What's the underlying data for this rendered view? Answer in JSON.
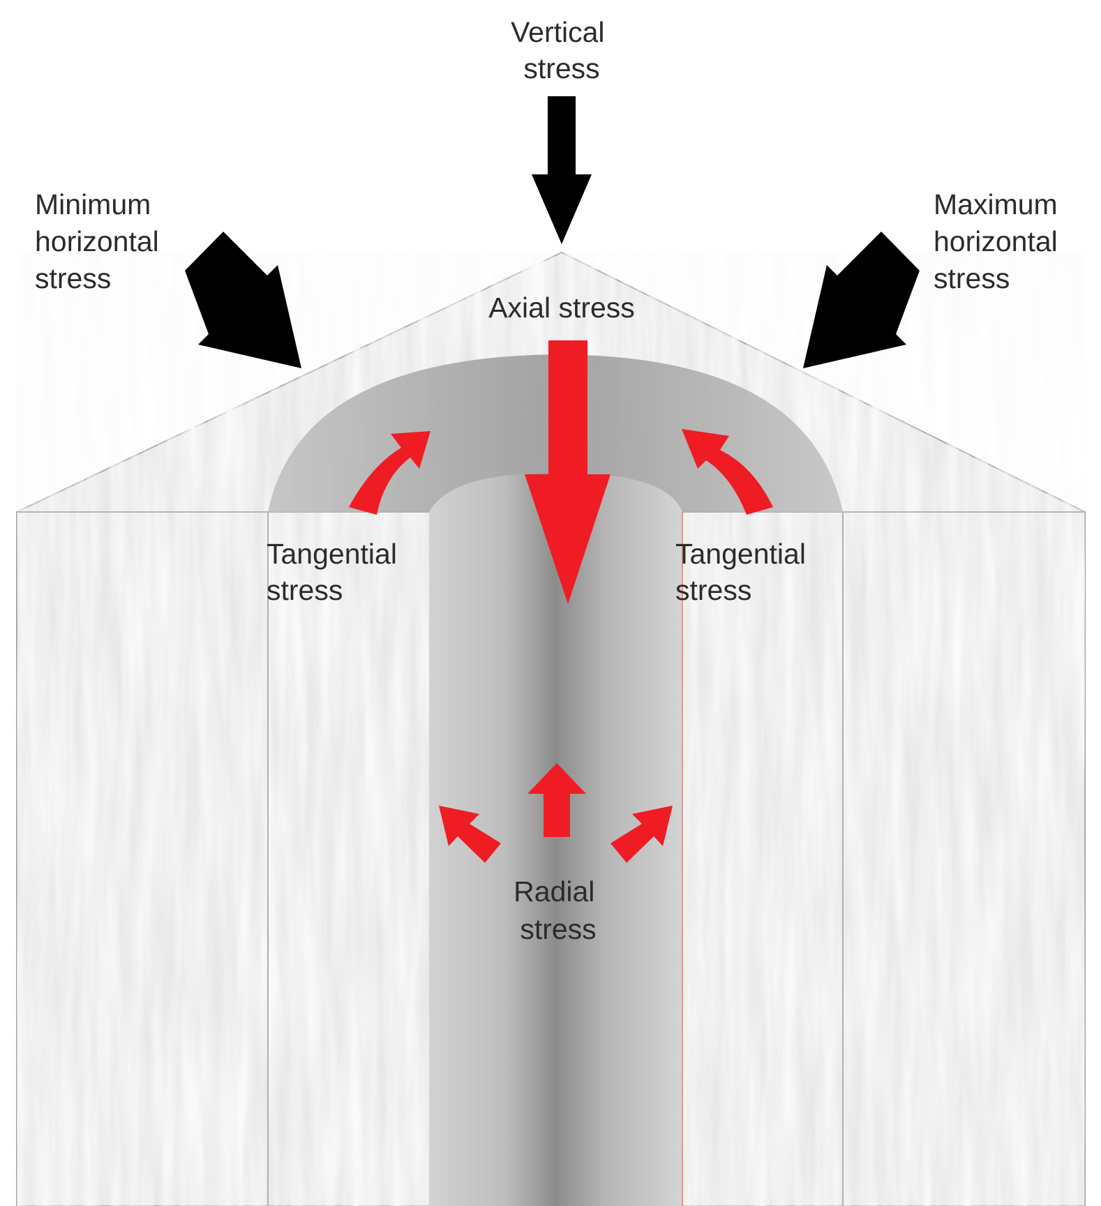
{
  "labels": {
    "vertical": [
      "Vertical",
      "stress"
    ],
    "min_horizontal": [
      "Minimum",
      "horizontal",
      "stress"
    ],
    "max_horizontal": [
      "Maximum",
      "horizontal",
      "stress"
    ],
    "axial": "Axial stress",
    "tangential_left": [
      "Tangential",
      "stress"
    ],
    "tangential_right": [
      "Tangential",
      "stress"
    ],
    "radial": [
      "Radial",
      "stress"
    ]
  },
  "colors": {
    "far_field_arrow": "#000000",
    "near_wellbore_arrow": "#f01c24",
    "rock": "#e9e9ea",
    "borehole_light": "#c8c8c8",
    "borehole_dark": "#8c8c8c"
  },
  "icons": {
    "far_field_arrow": "thick-arrow",
    "near_wellbore_arrow": "curved-arrow"
  }
}
